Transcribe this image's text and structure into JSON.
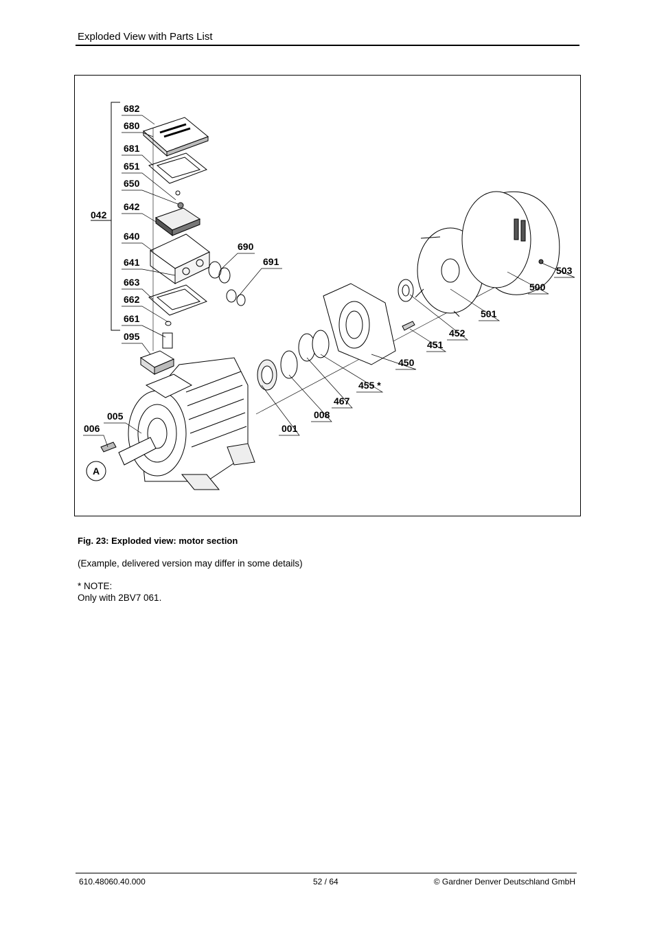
{
  "header": {
    "title": "Exploded View with Parts List"
  },
  "figure": {
    "caption": "Fig. 23: Exploded view: motor section",
    "group_label": "042",
    "view_marker": "A",
    "parts": {
      "p682": "682",
      "p680": "680",
      "p681": "681",
      "p651": "651",
      "p650": "650",
      "p642": "642",
      "p640": "640",
      "p641": "641",
      "p663": "663",
      "p662": "662",
      "p661": "661",
      "p095": "095",
      "p005": "005",
      "p006": "006",
      "p690": "690",
      "p691": "691",
      "p001": "001",
      "p008": "008",
      "p467": "467",
      "p455": "455 *",
      "p450": "450",
      "p451": "451",
      "p452": "452",
      "p501": "501",
      "p500": "500",
      "p503": "503"
    }
  },
  "body": {
    "example_note": "(Example, delivered version may differ in some details)",
    "note_heading": "* NOTE:",
    "note_text": "Only with 2BV7 061."
  },
  "footer": {
    "doc_number": "610.48060.40.000",
    "page": "52 / 64",
    "copyright": "© Gardner Denver Deutschland GmbH"
  }
}
